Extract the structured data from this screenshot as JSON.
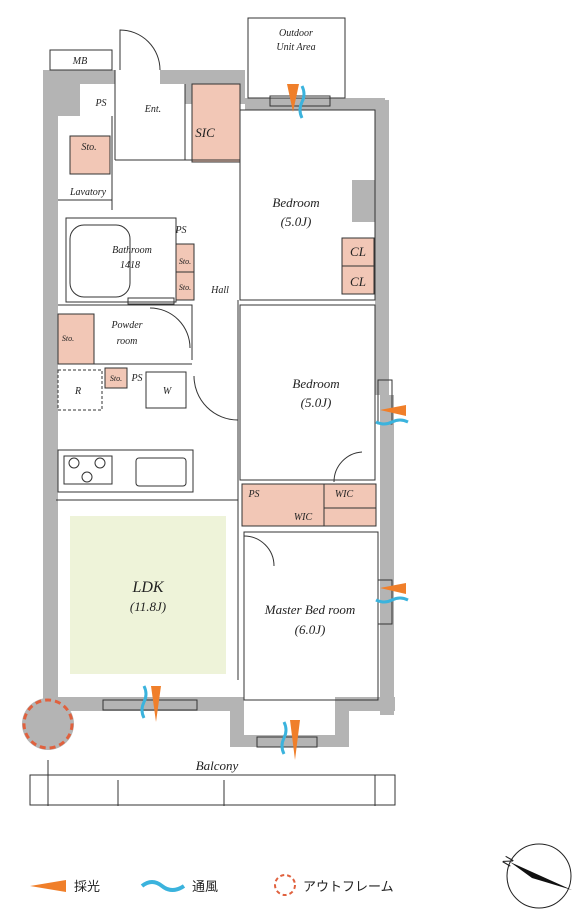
{
  "rooms": {
    "outdoor_unit_1": "Outdoor",
    "outdoor_unit_2": "Unit Area",
    "mb": "MB",
    "ps_entry": "PS",
    "entrance": "Ent.",
    "sic": "SIC",
    "sto_lavatory": "Sto.",
    "lavatory": "Lavatory",
    "bathroom": "Bathroom",
    "bathroom_size": "1418",
    "ps_bath": "PS",
    "sto_hall_1": "Sto.",
    "sto_hall_2": "Sto.",
    "hall": "Hall",
    "bedroom1": "Bedroom",
    "bedroom1_size": "(5.0J)",
    "cl1": "CL",
    "cl2": "CL",
    "sto_powder": "Sto.",
    "powder_1": "Powder",
    "powder_2": "room",
    "sto_small": "Sto.",
    "ps_laundry": "PS",
    "washer": "W",
    "fridge": "R",
    "bedroom2": "Bedroom",
    "bedroom2_size": "(5.0J)",
    "ps_wic": "PS",
    "wic1": "WIC",
    "wic2": "WIC",
    "ldk": "LDK",
    "ldk_size": "(11.8J)",
    "master": "Master Bed room",
    "master_size": "(6.0J)",
    "balcony": "Balcony"
  },
  "legend": {
    "daylight": "採光",
    "ventilation": "通風",
    "outframe": "アウトフレーム"
  },
  "colors": {
    "wall": "#b4b4b4",
    "storage": "#f2c7b6",
    "ldk_floor": "#eef3d9",
    "daylight": "#f07f2a",
    "ventilation": "#3bb3dd",
    "outframe": "#e0613e"
  }
}
